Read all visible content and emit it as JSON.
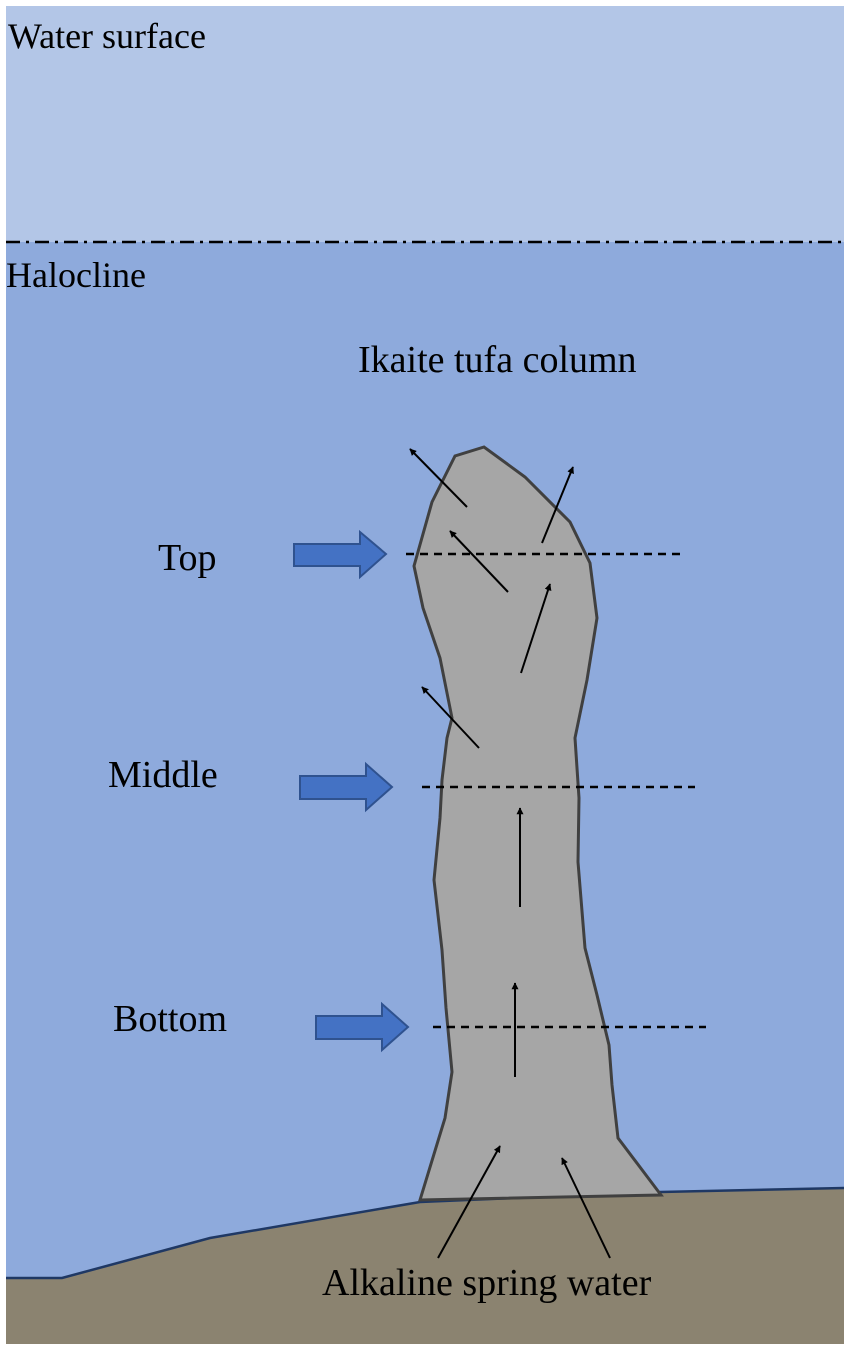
{
  "labels": {
    "water_surface": "Water surface",
    "halocline": "Halocline",
    "column": "Ikaite tufa column",
    "top": "Top",
    "middle": "Middle",
    "bottom": "Bottom",
    "spring": "Alkaline spring water"
  },
  "colors": {
    "upper_water": "#b3c6e7",
    "lower_water": "#8eaadc",
    "sediment": "#8b8370",
    "column_fill": "#a6a6a6",
    "column_outline": "#404040",
    "sample_arrow": "#4472c4",
    "sample_arrow_outline": "#2f528f",
    "flow_arrow": "#000000",
    "seabed_line": "#1f3864"
  },
  "icons": {
    "sample_marker": "block-arrow-right-icon",
    "flow_marker": "thin-arrow-icon"
  }
}
